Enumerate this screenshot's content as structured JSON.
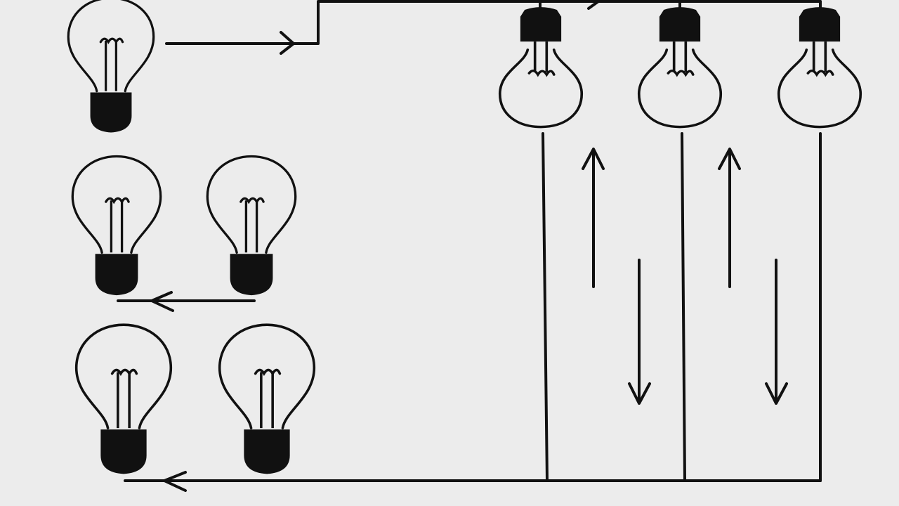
{
  "diagram": {
    "colors": {
      "background": "#ececec",
      "ink": "#111111"
    },
    "icon": "light-bulb-icon",
    "bulbs": [
      {
        "id": "upright-a",
        "style": "upright"
      },
      {
        "id": "upright-b1",
        "style": "upright"
      },
      {
        "id": "upright-b2",
        "style": "upright"
      },
      {
        "id": "upright-c1",
        "style": "upright"
      },
      {
        "id": "upright-c2",
        "style": "upright"
      },
      {
        "id": "hanging-1",
        "style": "hanging"
      },
      {
        "id": "hanging-2",
        "style": "hanging"
      },
      {
        "id": "hanging-3",
        "style": "hanging"
      }
    ],
    "arrows": [
      {
        "id": "arrow-right-top",
        "direction": "right"
      },
      {
        "id": "arrow-left-middle",
        "direction": "left"
      },
      {
        "id": "arrow-left-bottom",
        "direction": "left"
      },
      {
        "id": "arrow-up-1",
        "direction": "up"
      },
      {
        "id": "arrow-down-1",
        "direction": "down"
      },
      {
        "id": "arrow-up-2",
        "direction": "up"
      },
      {
        "id": "arrow-down-2",
        "direction": "down"
      }
    ]
  }
}
